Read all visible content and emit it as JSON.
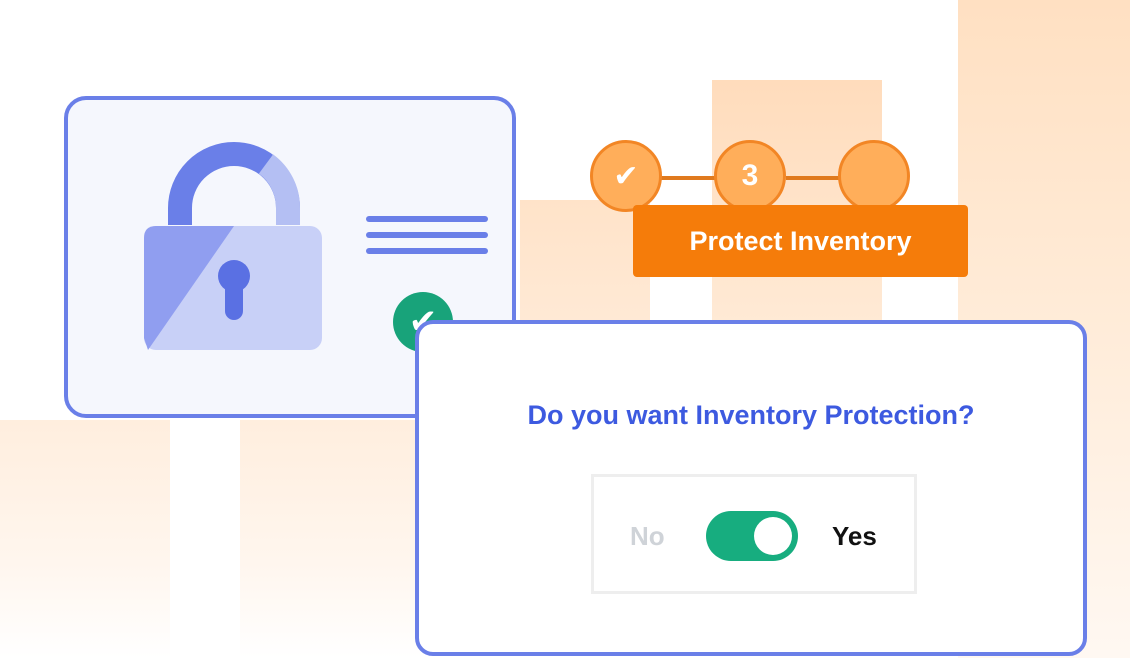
{
  "stepper": {
    "steps": [
      {
        "label": "✔",
        "state": "completed"
      },
      {
        "label": "3",
        "state": "current"
      },
      {
        "label": "",
        "state": "upcoming"
      }
    ],
    "title": "Protect Inventory"
  },
  "lock_card": {
    "icons": [
      "lock-icon",
      "text-lines-icon",
      "check-badge-icon"
    ],
    "check_glyph": "✔"
  },
  "dialog": {
    "question": "Do you want Inventory Protection?",
    "toggle": {
      "off_label": "No",
      "on_label": "Yes",
      "value": true
    }
  },
  "colors": {
    "accent_blue": "#6a7fe8",
    "question_blue": "#3d5ae0",
    "orange": "#f57c0a",
    "step_orange": "#ffae5a",
    "toggle_green": "#17ad7f",
    "check_green": "#18a37a"
  }
}
